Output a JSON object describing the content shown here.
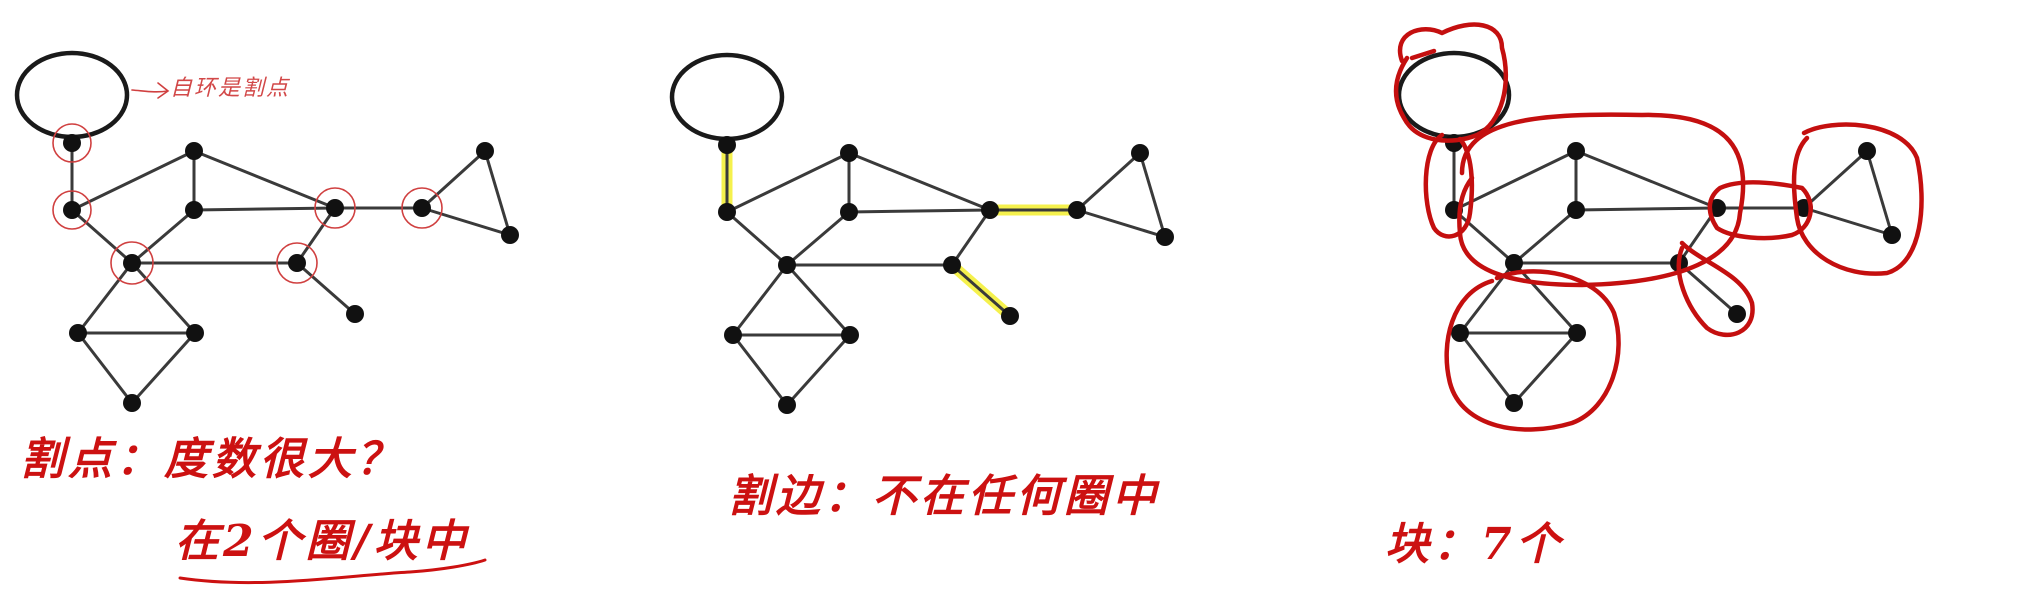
{
  "panels": [
    {
      "id": "cut-vertices",
      "side_note": "自环是割点",
      "notes": [
        "割点：度数很大？",
        "在2个圈/块中"
      ]
    },
    {
      "id": "bridges",
      "notes": [
        "割边：不在任何圈中"
      ],
      "highlight_color": "#f4ef3a"
    },
    {
      "id": "blocks",
      "notes": [
        "块：7个"
      ]
    }
  ],
  "colors": {
    "ink": "#cc1111",
    "node": "#111111",
    "edge": "#3a3a3a",
    "highlight": "#f4ef3a"
  }
}
